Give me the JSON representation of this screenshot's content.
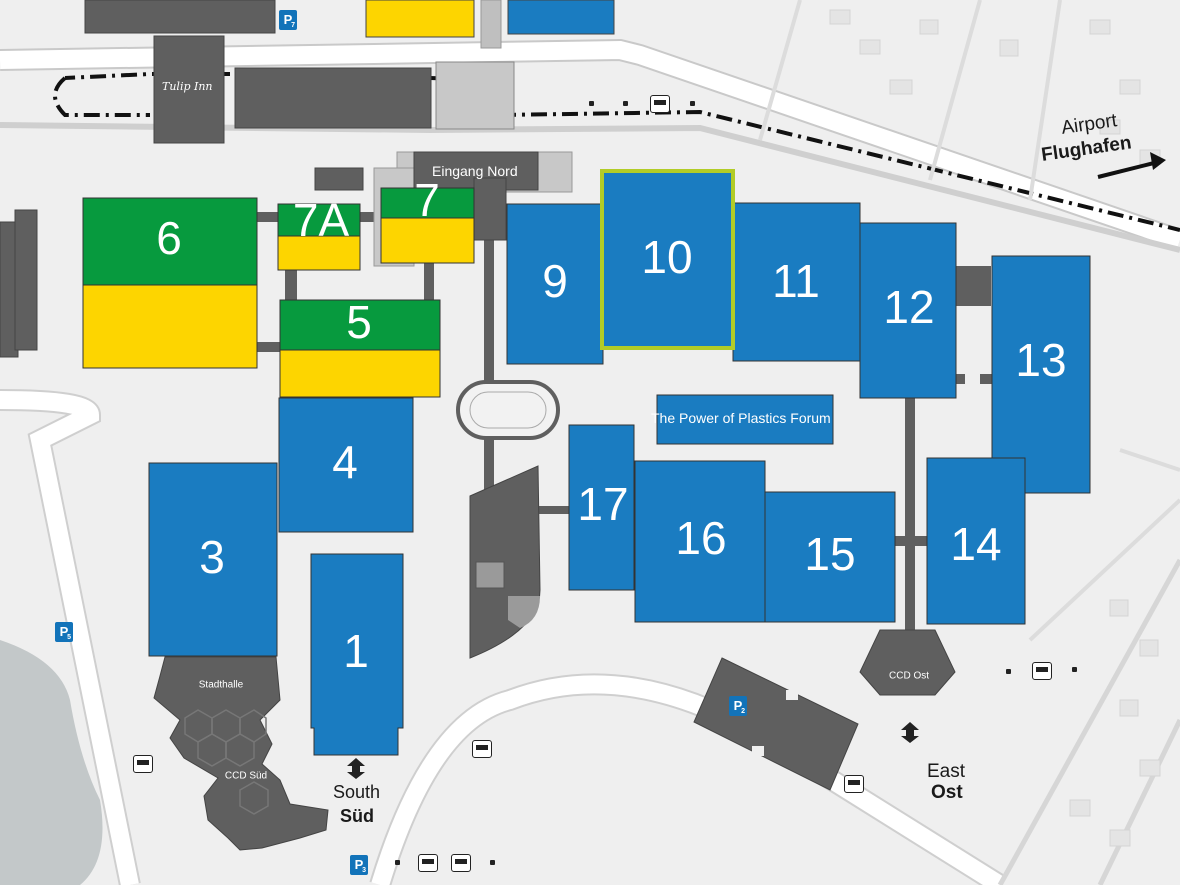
{
  "map": {
    "halls": [
      {
        "id": "hall-1",
        "label": "1"
      },
      {
        "id": "hall-3",
        "label": "3"
      },
      {
        "id": "hall-4",
        "label": "4"
      },
      {
        "id": "hall-5",
        "label": "5"
      },
      {
        "id": "hall-6",
        "label": "6"
      },
      {
        "id": "hall-7",
        "label": "7"
      },
      {
        "id": "hall-7a",
        "label": "7A"
      },
      {
        "id": "hall-9",
        "label": "9"
      },
      {
        "id": "hall-10",
        "label": "10"
      },
      {
        "id": "hall-11",
        "label": "11"
      },
      {
        "id": "hall-12",
        "label": "12"
      },
      {
        "id": "hall-13",
        "label": "13"
      },
      {
        "id": "hall-14",
        "label": "14"
      },
      {
        "id": "hall-15",
        "label": "15"
      },
      {
        "id": "hall-16",
        "label": "16"
      },
      {
        "id": "hall-17",
        "label": "17"
      }
    ],
    "forum": "The Power of Plastics Forum",
    "entrances": {
      "north": "Eingang Nord",
      "south_en": "South",
      "south_de": "Süd",
      "east_en": "East",
      "east_de": "Ost",
      "airport_en": "Airport",
      "airport_de": "Flughafen"
    },
    "buildings": {
      "stadthalle": "Stadthalle",
      "ccd_sued": "CCD Süd",
      "ccd_ost": "CCD Ost",
      "hotel": "Tulip Inn"
    },
    "parking": {
      "letter": "P",
      "numbers": [
        "7",
        "3",
        "5",
        "2"
      ]
    },
    "colors": {
      "hall_blue": "#1a7cc1",
      "hall_green": "#079a3e",
      "hall_yellow": "#fdd500",
      "building_gray": "#5f5f5f",
      "highlight": "#b2cc27",
      "background": "#efefef"
    }
  }
}
